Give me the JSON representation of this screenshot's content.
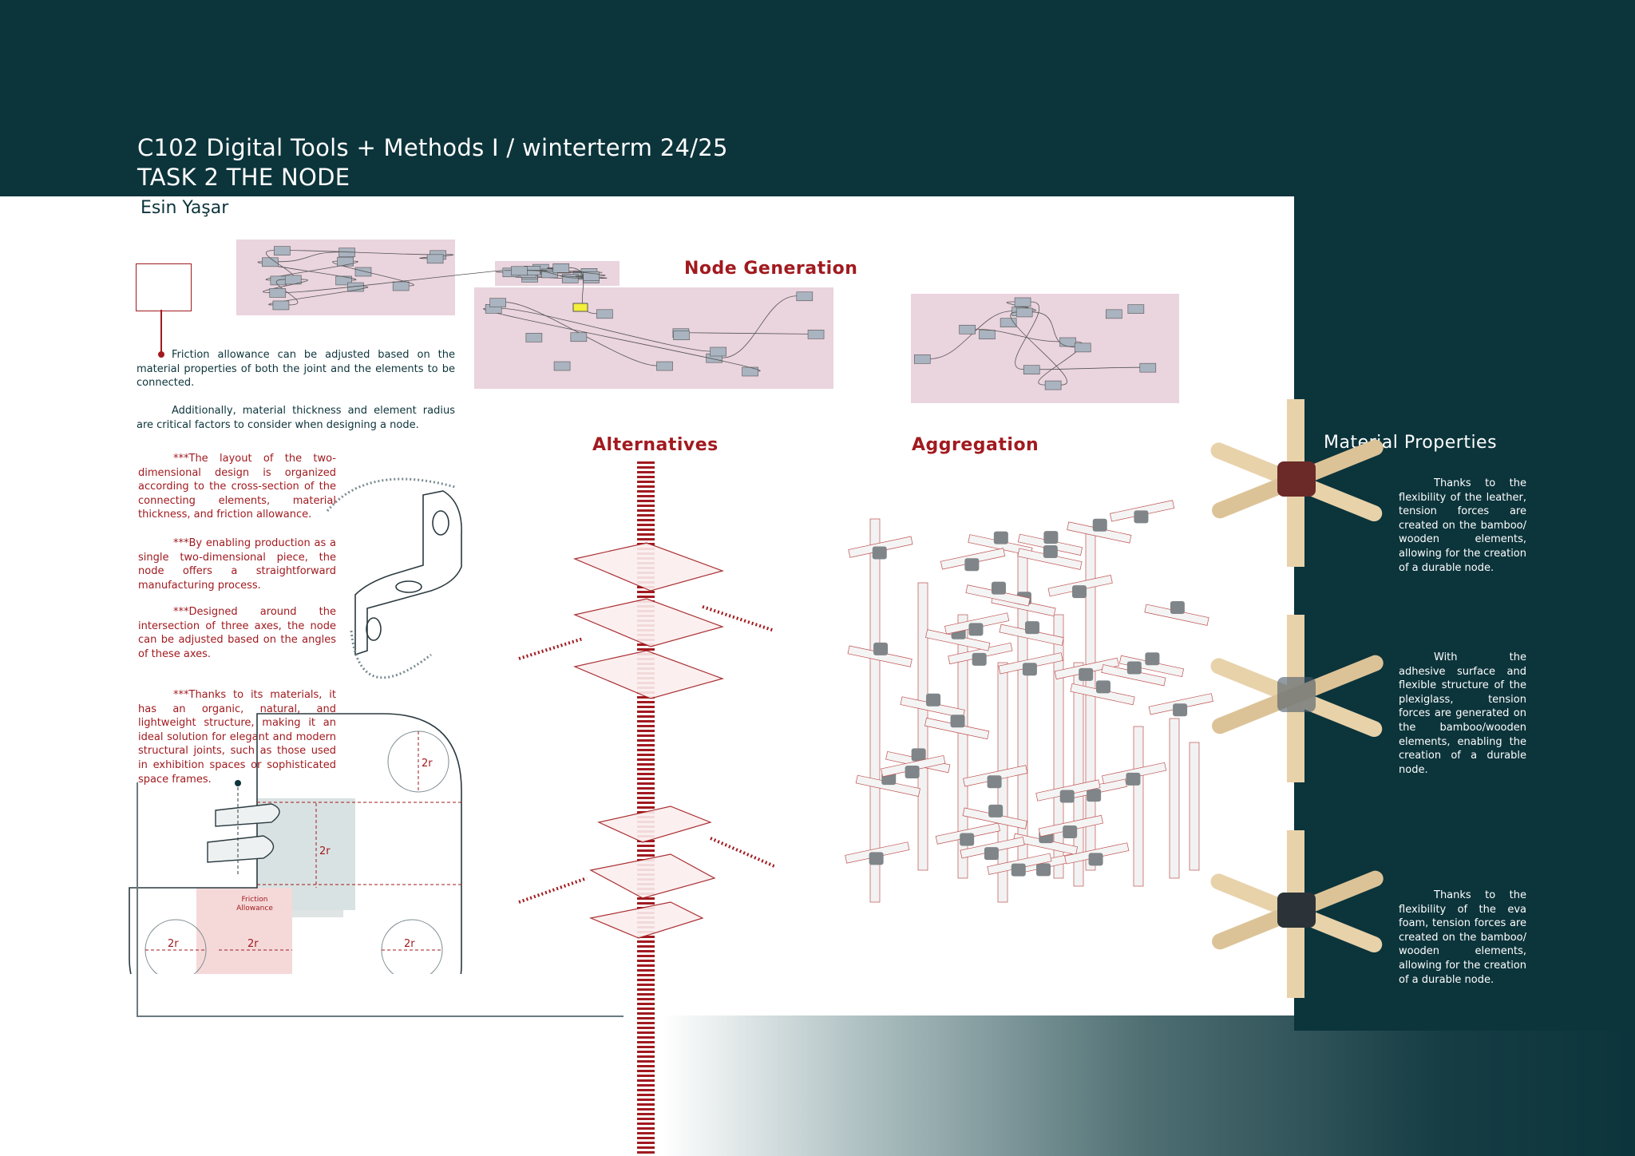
{
  "header": {
    "title_line1": "C102 Digital Tools + Methods I / winterterm 24/25",
    "title_line2": "TASK 2 THE NODE",
    "author": "Esin Yaşar"
  },
  "sections": {
    "node_generation": "Node Generation",
    "alternatives": "Alternatives",
    "aggregation": "Aggregation",
    "material_properties": "Material Properties"
  },
  "left_text": {
    "p1": "Friction allowance can be adjusted based on the material properties of both the joint and the elements to be connected.",
    "p2": "Additionally, material thickness and element radius are critical factors to consider when designing a node.",
    "r1": "***The layout of the two-dimensional design is organized according to the cross-section of the connecting elements, material thickness, and friction allowance.",
    "r2": "***By enabling production as a single two-dimensional piece, the node offers a straightforward manufacturing process.",
    "r3": "***Designed around the intersection of three axes, the node can be adjusted based on the angles of these axes.",
    "r4": "***Thanks to its materials, it has an organic, natural, and lightweight structure, making it an ideal solution for elegant and modern structural joints, such as those used in exhibition spaces or sophisticated space frames."
  },
  "drawing": {
    "dim_label": "2r",
    "friction_label": "Friction Allowance"
  },
  "materials": [
    {
      "name": "leather",
      "color": "#6b2a28",
      "text": "Thanks to the flexibility of the leather, tension forces are created on the bamboo/ wooden elements, allowing for the creation of a durable node."
    },
    {
      "name": "plexiglass",
      "color": "#4a5a6a",
      "text": "With the adhesive surface and flexible structure of the plexiglass, tension forces are generated on the bamboo/wooden elements, enabling the creation of a durable node."
    },
    {
      "name": "eva foam",
      "color": "#2b3338",
      "text": "Thanks to the flexibility of the eva foam, tension forces are created on the bamboo/ wooden elements, allowing for the creation of a durable node."
    }
  ],
  "colors": {
    "teal": "#0c343b",
    "accent_red": "#a11a1f",
    "pink": "#ead4de",
    "wood": "#e8d2aa"
  }
}
